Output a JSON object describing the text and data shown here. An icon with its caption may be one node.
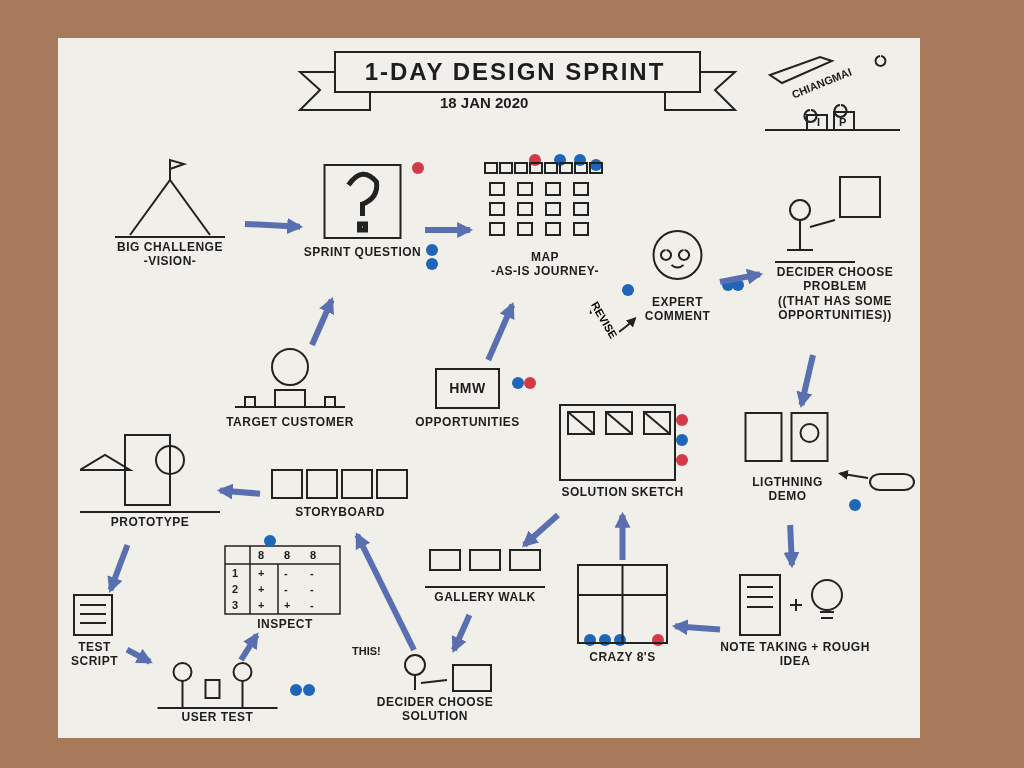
{
  "diagram": {
    "title": "1-DAY DESIGN SPRINT",
    "nodes": [
      {
        "text": [
          "BIG CHALLENGE",
          "-VISION-"
        ]
      },
      {
        "text": [
          "SPRINT QUESTION"
        ]
      },
      {
        "text": [
          "TARGET CUSTOMER"
        ]
      },
      {
        "text": [
          "MAP",
          "-AS-IS JOURNEY-"
        ]
      },
      {
        "text": [
          "EXPERT COMMENT"
        ]
      },
      {
        "text": [
          "DECIDER CHOOSE PROBLEM",
          "((THAT HAS SOME OPPORTUNITIES))"
        ]
      },
      {
        "text": [
          "HMW",
          "OPPORTUNITIES"
        ]
      },
      {
        "text": [
          "LIGTHNING DEMO"
        ]
      },
      {
        "text": [
          "NOTE TAKING + ROUGH IDEA"
        ]
      },
      {
        "text": [
          "CRAZY 8'S"
        ]
      },
      {
        "text": [
          "SOLUTION SKETCH"
        ]
      },
      {
        "text": [
          "GALLERY WALK"
        ]
      },
      {
        "text": [
          "DECIDER CHOOSE SOLUTION"
        ],
        "beside": [
          "THIS!"
        ]
      },
      {
        "text": [
          "STORYBOARD"
        ]
      },
      {
        "text": [
          "PROTOTYPE"
        ]
      },
      {
        "text": [
          "TEST SCRIPT"
        ]
      },
      {
        "text": [
          "USER TEST"
        ]
      },
      {
        "text": [
          "INSPECT"
        ]
      },
      {
        "text": [],
        "shape": "box"
      }
    ],
    "edges": [
      {
        "from": 0,
        "to": 1,
        "arrow": "to"
      },
      {
        "from": 2,
        "to": 1,
        "arrow": "to"
      },
      {
        "from": 1,
        "to": 3,
        "arrow": "to"
      },
      {
        "from": 3,
        "to": 4,
        "arrow": "both",
        "label": "REVISE",
        "color": "#222222"
      },
      {
        "from": 4,
        "to": 5,
        "arrow": "to"
      },
      {
        "from": 6,
        "to": 3,
        "arrow": "to"
      },
      {
        "from": 5,
        "to": 7,
        "arrow": "to"
      },
      {
        "from": 18,
        "to": 7,
        "arrow": "to",
        "color": "#222222"
      },
      {
        "from": 7,
        "to": 8,
        "arrow": "to"
      },
      {
        "from": 8,
        "to": 9,
        "arrow": "to"
      },
      {
        "from": 9,
        "to": 10,
        "arrow": "to"
      },
      {
        "from": 10,
        "to": 11,
        "arrow": "to"
      },
      {
        "from": 11,
        "to": 12,
        "arrow": "to"
      },
      {
        "from": 12,
        "to": 13,
        "arrow": "to"
      },
      {
        "from": 13,
        "to": 14,
        "arrow": "to"
      },
      {
        "from": 14,
        "to": 15,
        "arrow": "to"
      },
      {
        "from": 15,
        "to": 16,
        "arrow": "to"
      },
      {
        "from": 16,
        "to": 17,
        "arrow": "to"
      }
    ],
    "labels": [
      "18 JAN 2020",
      "CHIANGMAI",
      "I",
      "P",
      "8",
      "8",
      "8",
      "1",
      "+",
      "-",
      "-",
      "2",
      "+",
      "-",
      "-",
      "3",
      "+",
      "+",
      "-"
    ]
  }
}
